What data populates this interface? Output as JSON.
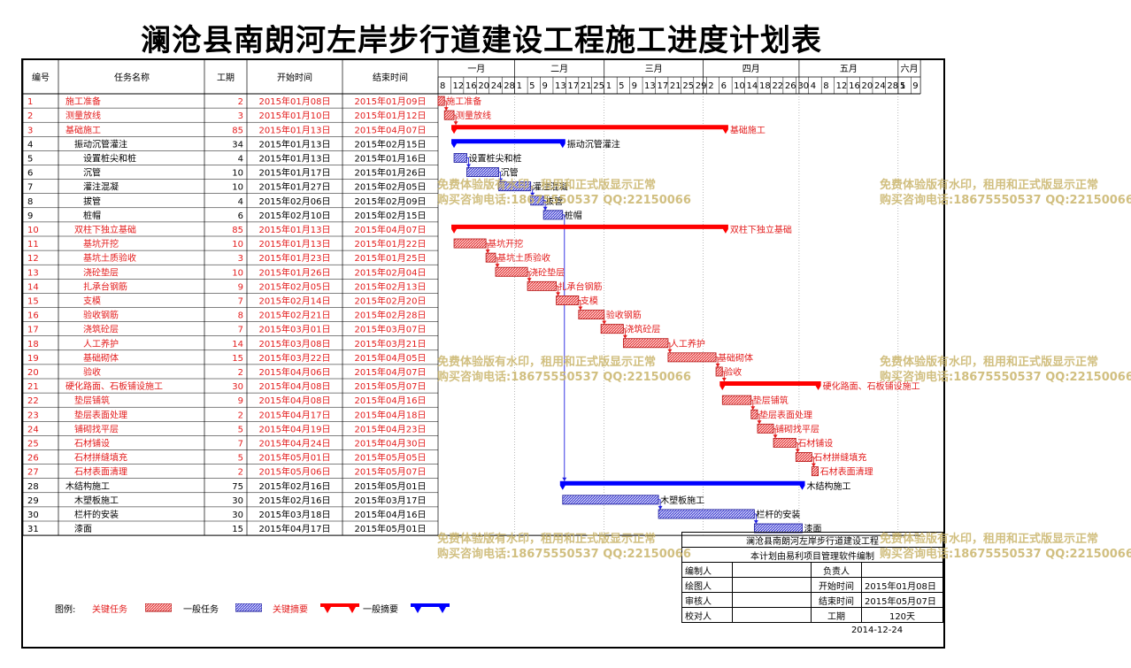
{
  "title": "澜沧县南朗河左岸步行道建设工程施工进度计划表",
  "columns": {
    "id": "编号",
    "name": "任务名称",
    "duration": "工期",
    "start": "开始时间",
    "end": "结束时间"
  },
  "months": [
    "一月",
    "二月",
    "三月",
    "四月",
    "五月",
    "六月"
  ],
  "day_ticks": [
    "8",
    "12",
    "16",
    "20",
    "24",
    "28",
    "1",
    "5",
    "9",
    "13",
    "17",
    "21",
    "25",
    "1",
    "5",
    "9",
    "13",
    "17",
    "21",
    "25",
    "29",
    "2",
    "6",
    "10",
    "14",
    "18",
    "22",
    "26",
    "30",
    "4",
    "8",
    "12",
    "16",
    "20",
    "24",
    "28",
    "1",
    "5",
    "9"
  ],
  "tasks": [
    {
      "id": "1",
      "name": "施工准备",
      "level": 0,
      "dur": "2",
      "start": "2015年01月08日",
      "end": "2015年01月09日",
      "type": "critical",
      "label": "施工准备"
    },
    {
      "id": "2",
      "name": "测量放线",
      "level": 0,
      "dur": "3",
      "start": "2015年01月10日",
      "end": "2015年01月12日",
      "type": "critical",
      "label": "测量放线"
    },
    {
      "id": "3",
      "name": "基础施工",
      "level": 0,
      "dur": "85",
      "start": "2015年01月13日",
      "end": "2015年04月07日",
      "type": "critical_summary",
      "label": "基础施工"
    },
    {
      "id": "4",
      "name": "振动沉管灌注",
      "level": 1,
      "dur": "34",
      "start": "2015年01月13日",
      "end": "2015年02月15日",
      "type": "summary",
      "label": "振动沉管灌注"
    },
    {
      "id": "5",
      "name": "设置桩尖和桩",
      "level": 2,
      "dur": "4",
      "start": "2015年01月13日",
      "end": "2015年01月16日",
      "type": "normal",
      "label": "设置桩尖和桩"
    },
    {
      "id": "6",
      "name": "沉管",
      "level": 2,
      "dur": "10",
      "start": "2015年01月17日",
      "end": "2015年01月26日",
      "type": "normal",
      "label": "沉管"
    },
    {
      "id": "7",
      "name": "灌注混凝",
      "level": 2,
      "dur": "10",
      "start": "2015年01月27日",
      "end": "2015年02月05日",
      "type": "normal",
      "label": "灌注混凝"
    },
    {
      "id": "8",
      "name": "拔管",
      "level": 2,
      "dur": "4",
      "start": "2015年02月06日",
      "end": "2015年02月09日",
      "type": "normal",
      "label": "拔管"
    },
    {
      "id": "9",
      "name": "桩帽",
      "level": 2,
      "dur": "6",
      "start": "2015年02月10日",
      "end": "2015年02月15日",
      "type": "normal",
      "label": "桩帽"
    },
    {
      "id": "10",
      "name": "双柱下独立基础",
      "level": 1,
      "dur": "85",
      "start": "2015年01月13日",
      "end": "2015年04月07日",
      "type": "critical_summary",
      "label": "双柱下独立基础"
    },
    {
      "id": "11",
      "name": "基坑开挖",
      "level": 2,
      "dur": "10",
      "start": "2015年01月13日",
      "end": "2015年01月22日",
      "type": "critical",
      "label": "基坑开挖"
    },
    {
      "id": "12",
      "name": "基坑土质验收",
      "level": 2,
      "dur": "3",
      "start": "2015年01月23日",
      "end": "2015年01月25日",
      "type": "critical",
      "label": "基坑土质验收"
    },
    {
      "id": "13",
      "name": "浇砼垫层",
      "level": 2,
      "dur": "10",
      "start": "2015年01月26日",
      "end": "2015年02月04日",
      "type": "critical",
      "label": "浇砼垫层"
    },
    {
      "id": "14",
      "name": "扎承台钢筋",
      "level": 2,
      "dur": "9",
      "start": "2015年02月05日",
      "end": "2015年02月13日",
      "type": "critical",
      "label": "扎承台钢筋"
    },
    {
      "id": "15",
      "name": "支模",
      "level": 2,
      "dur": "7",
      "start": "2015年02月14日",
      "end": "2015年02月20日",
      "type": "critical",
      "label": "支模"
    },
    {
      "id": "16",
      "name": "验收钢筋",
      "level": 2,
      "dur": "8",
      "start": "2015年02月21日",
      "end": "2015年02月28日",
      "type": "critical",
      "label": "验收钢筋"
    },
    {
      "id": "17",
      "name": "浇筑砼层",
      "level": 2,
      "dur": "7",
      "start": "2015年03月01日",
      "end": "2015年03月07日",
      "type": "critical",
      "label": "浇筑砼层"
    },
    {
      "id": "18",
      "name": "人工养护",
      "level": 2,
      "dur": "14",
      "start": "2015年03月08日",
      "end": "2015年03月21日",
      "type": "critical",
      "label": "人工养护"
    },
    {
      "id": "19",
      "name": "基础砌体",
      "level": 2,
      "dur": "15",
      "start": "2015年03月22日",
      "end": "2015年04月05日",
      "type": "critical",
      "label": "基础砌体"
    },
    {
      "id": "20",
      "name": "验收",
      "level": 2,
      "dur": "2",
      "start": "2015年04月06日",
      "end": "2015年04月07日",
      "type": "critical",
      "label": "验收"
    },
    {
      "id": "21",
      "name": "硬化路面、石板铺设施工",
      "level": 0,
      "dur": "30",
      "start": "2015年04月08日",
      "end": "2015年05月07日",
      "type": "critical_summary",
      "label": "硬化路面、石板铺设施工"
    },
    {
      "id": "22",
      "name": "垫层铺筑",
      "level": 1,
      "dur": "9",
      "start": "2015年04月08日",
      "end": "2015年04月16日",
      "type": "critical",
      "label": "垫层铺筑"
    },
    {
      "id": "23",
      "name": "垫层表面处理",
      "level": 1,
      "dur": "2",
      "start": "2015年04月17日",
      "end": "2015年04月18日",
      "type": "critical",
      "label": "垫层表面处理"
    },
    {
      "id": "24",
      "name": "铺砌找平层",
      "level": 1,
      "dur": "5",
      "start": "2015年04月19日",
      "end": "2015年04月23日",
      "type": "critical",
      "label": "铺砌找平层"
    },
    {
      "id": "25",
      "name": "石材铺设",
      "level": 1,
      "dur": "7",
      "start": "2015年04月24日",
      "end": "2015年04月30日",
      "type": "critical",
      "label": "石材铺设"
    },
    {
      "id": "26",
      "name": "石材拼缝填充",
      "level": 1,
      "dur": "5",
      "start": "2015年05月01日",
      "end": "2015年05月05日",
      "type": "critical",
      "label": "石材拼缝填充"
    },
    {
      "id": "27",
      "name": "石材表面清理",
      "level": 1,
      "dur": "2",
      "start": "2015年05月06日",
      "end": "2015年05月07日",
      "type": "critical",
      "label": "石材表面清理"
    },
    {
      "id": "28",
      "name": "木结构施工",
      "level": 0,
      "dur": "75",
      "start": "2015年02月16日",
      "end": "2015年05月01日",
      "type": "summary",
      "label": "木结构施工"
    },
    {
      "id": "29",
      "name": "木塑板施工",
      "level": 1,
      "dur": "30",
      "start": "2015年02月16日",
      "end": "2015年03月17日",
      "type": "normal",
      "label": "木塑板施工"
    },
    {
      "id": "30",
      "name": "栏杆的安装",
      "level": 1,
      "dur": "30",
      "start": "2015年03月18日",
      "end": "2015年04月16日",
      "type": "normal",
      "label": "栏杆的安装"
    },
    {
      "id": "31",
      "name": "漆面",
      "level": 1,
      "dur": "15",
      "start": "2015年04月17日",
      "end": "2015年05月01日",
      "type": "normal",
      "label": "漆面"
    }
  ],
  "schedule_days": [
    [
      0,
      2
    ],
    [
      2,
      3
    ],
    [
      5,
      85
    ],
    [
      5,
      34
    ],
    [
      5,
      4
    ],
    [
      9,
      10
    ],
    [
      19,
      10
    ],
    [
      29,
      4
    ],
    [
      33,
      6
    ],
    [
      5,
      85
    ],
    [
      5,
      10
    ],
    [
      15,
      3
    ],
    [
      18,
      10
    ],
    [
      28,
      9
    ],
    [
      37,
      7
    ],
    [
      44,
      8
    ],
    [
      51,
      7
    ],
    [
      58,
      14
    ],
    [
      72,
      15
    ],
    [
      87,
      2
    ],
    [
      89,
      30
    ],
    [
      89,
      9
    ],
    [
      98,
      2
    ],
    [
      100,
      5
    ],
    [
      105,
      7
    ],
    [
      112,
      5
    ],
    [
      117,
      2
    ],
    [
      39,
      75
    ],
    [
      39,
      30
    ],
    [
      69,
      30
    ],
    [
      99,
      15
    ]
  ],
  "legend": {
    "prefix": "图例:",
    "critical": "关键任务",
    "normal": "一般任务",
    "critical_summary": "关键摘要",
    "summary": "一般摘要"
  },
  "info": {
    "project": "澜沧县南朗河左岸步行道建设工程",
    "software": "本计划由易利项目管理软件编制",
    "editor_label": "编制人",
    "editor": "",
    "owner_label": "负责人",
    "owner": "",
    "drawer_label": "绘图人",
    "drawer": "",
    "start_label": "开始时间",
    "start": "2015年01月08日",
    "reviewer_label": "审核人",
    "reviewer": "",
    "end_label": "结束时间",
    "end": "2015年05月07日",
    "checker_label": "校对人",
    "checker": "",
    "duration_label": "工期",
    "duration": "120天",
    "date": "2014-12-24"
  },
  "watermark": {
    "line1": "免费体验版有水印，租用和正式版显示正常",
    "line2": "购买咨询电话:18675550537 QQ:22150066"
  },
  "colors": {
    "critical": "#e31c1c",
    "critical_summary": "#ff0000",
    "normal": "#3a3ad0",
    "summary": "#0000ff",
    "link": "#2020e0"
  }
}
